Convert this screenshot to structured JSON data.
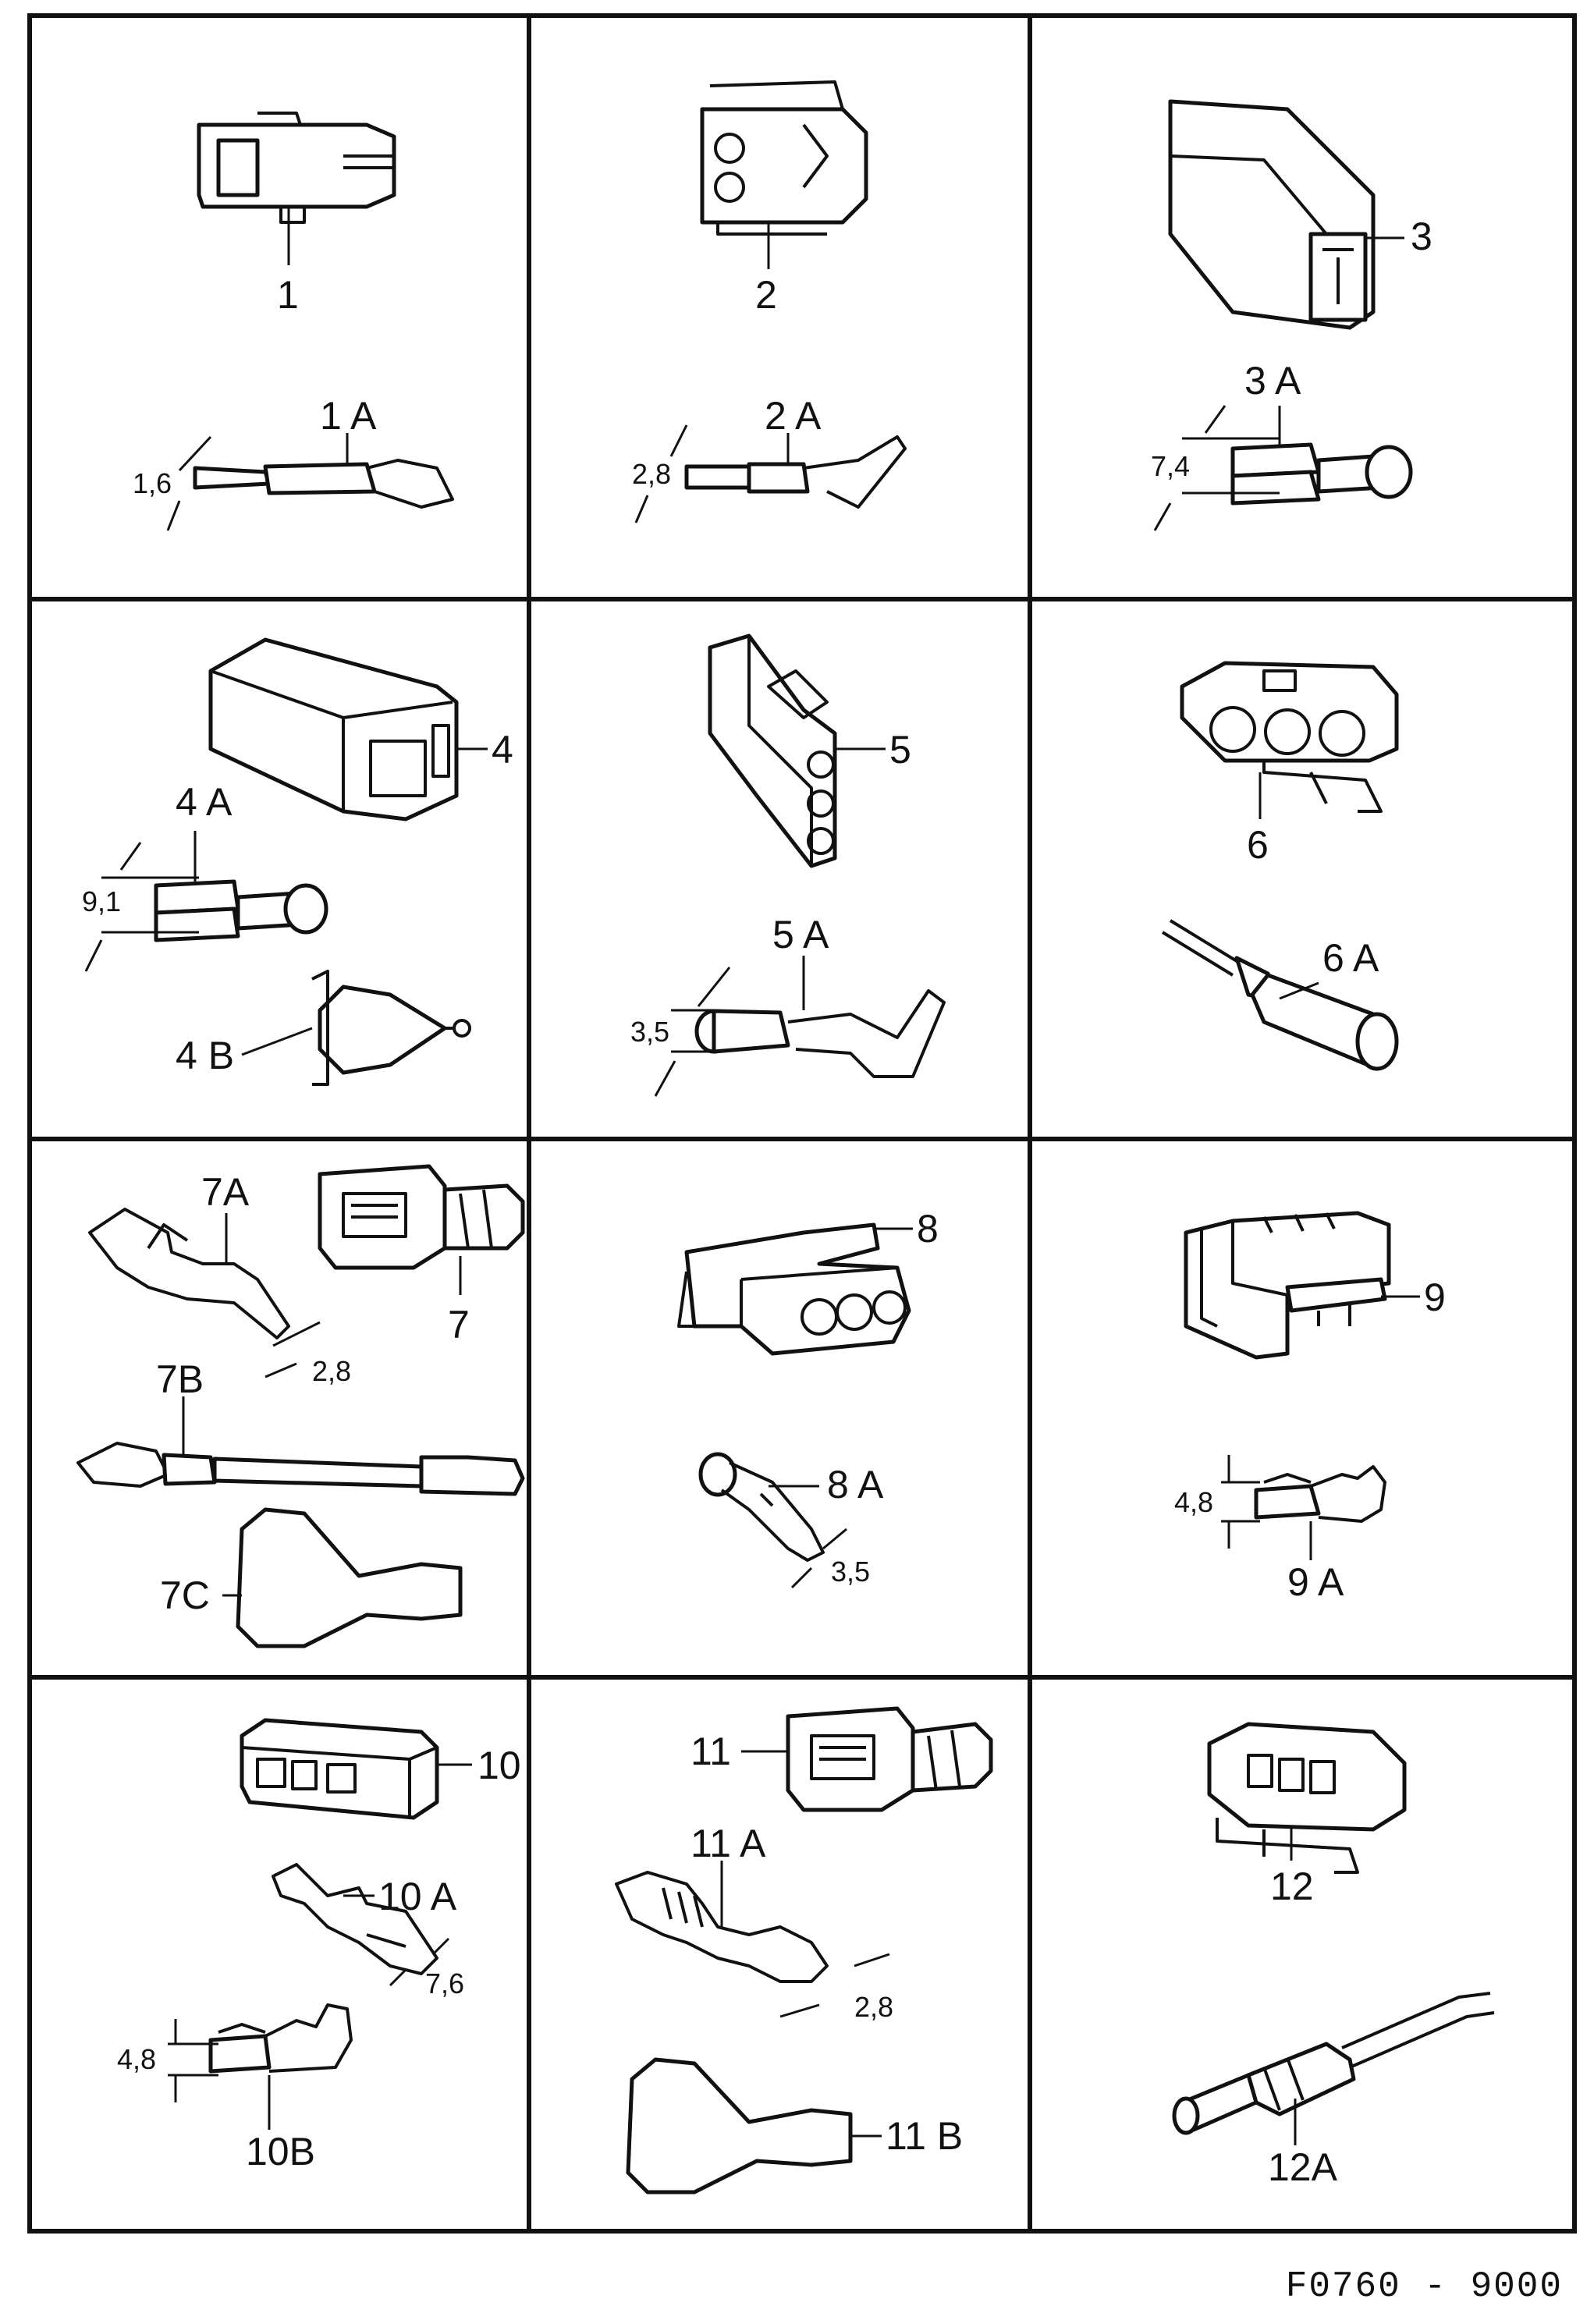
{
  "cells": [
    {
      "labels": [
        "1",
        "1 A"
      ],
      "dimension": "1,6"
    },
    {
      "labels": [
        "2",
        "2 A"
      ],
      "dimension": "2,8"
    },
    {
      "labels": [
        "3",
        "3 A"
      ],
      "dimension": "7,4"
    },
    {
      "labels": [
        "4",
        "4 A",
        "4 B"
      ],
      "dimension": "9,1"
    },
    {
      "labels": [
        "5",
        "5 A"
      ],
      "dimension": "3,5"
    },
    {
      "labels": [
        "6",
        "6 A"
      ],
      "dimension": ""
    },
    {
      "labels": [
        "7",
        "7A",
        "7B",
        "7C"
      ],
      "dimension": "2,8"
    },
    {
      "labels": [
        "8",
        "8 A"
      ],
      "dimension": "3,5"
    },
    {
      "labels": [
        "9",
        "9 A"
      ],
      "dimension": "4,8"
    },
    {
      "labels": [
        "10",
        "10 A",
        "10B"
      ],
      "dimension": "7,6",
      "dimension2": "4,8"
    },
    {
      "labels": [
        "11",
        "11 A",
        "11 B"
      ],
      "dimension": "2,8"
    },
    {
      "labels": [
        "12",
        "12A"
      ],
      "dimension": ""
    }
  ],
  "footer": "F0760 - 9000"
}
